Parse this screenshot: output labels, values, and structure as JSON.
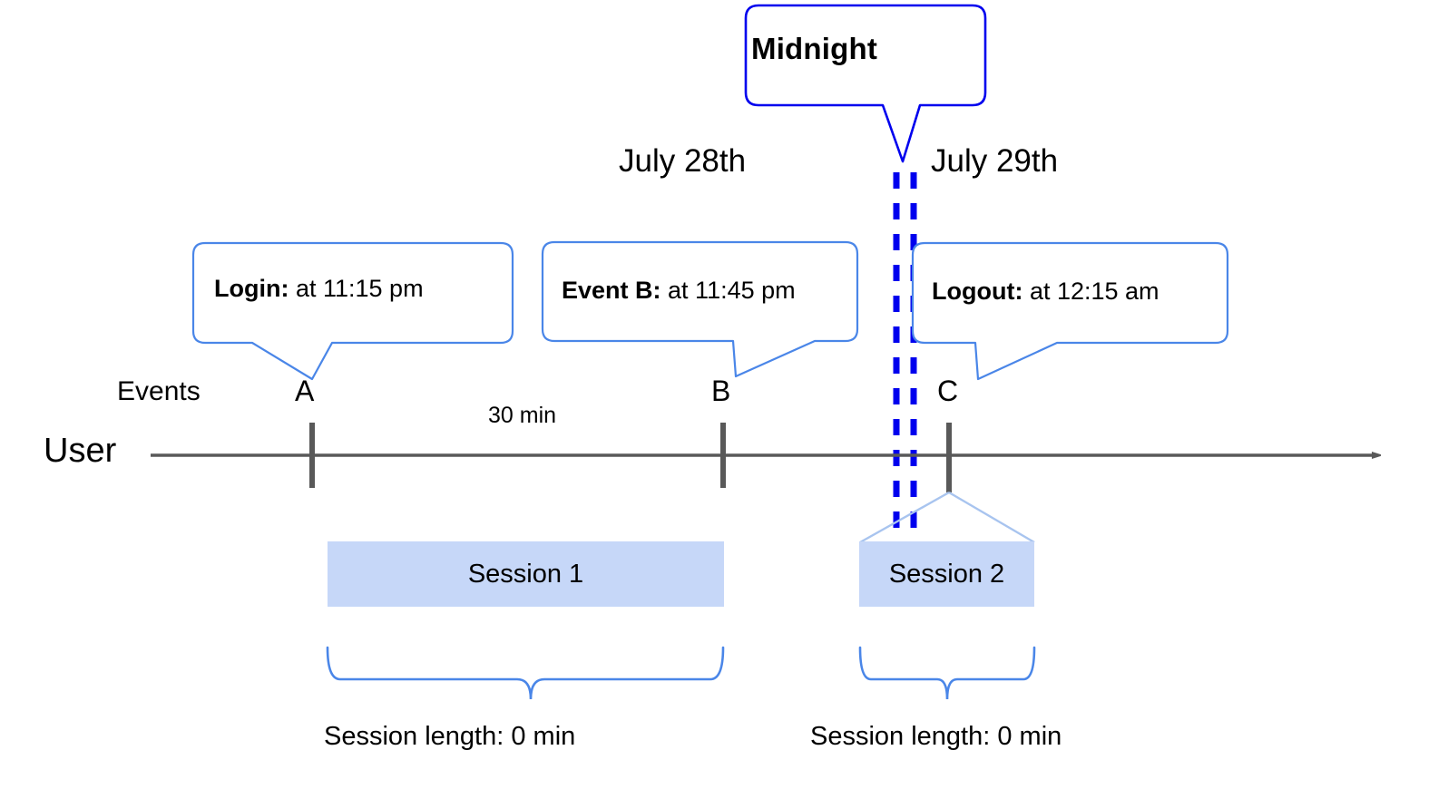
{
  "diagram": {
    "title_callout": {
      "label": "Midnight",
      "border_color": "#0000ee"
    },
    "dates": [
      {
        "label": "July 28th"
      },
      {
        "label": "July 29th"
      }
    ],
    "row_labels": {
      "events": "Events",
      "user": "User"
    },
    "events": [
      {
        "letter": "A",
        "title": "Login:",
        "detail": " at 11:15 pm"
      },
      {
        "letter": "B",
        "title": "Event B:",
        "detail": " at 11:45 pm"
      },
      {
        "letter": "C",
        "title": "Logout:",
        "detail": " at 12:15 am"
      }
    ],
    "gap_label": "30 min",
    "sessions": [
      {
        "name": "Session 1",
        "length_caption": "Session length: 0 min"
      },
      {
        "name": "Session 2",
        "length_caption": "Session length: 0 min"
      }
    ],
    "colors": {
      "callout_border": "#4a86e8",
      "midnight_border": "#0000ee",
      "midnight_divider": "#0000ee",
      "session_fill": "#c6d7f8",
      "axis": "#595959",
      "brace": "#4a86e8",
      "session_leader": "#a8c4ef"
    }
  }
}
